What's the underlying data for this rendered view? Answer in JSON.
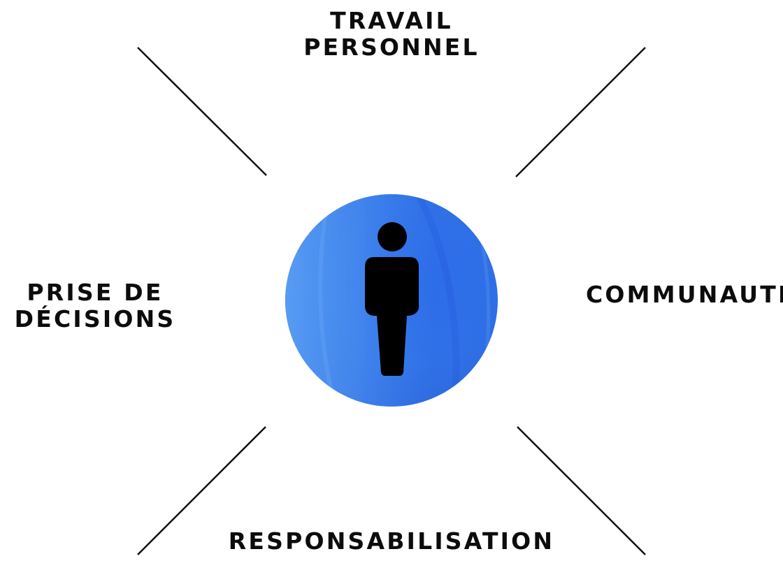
{
  "center": {
    "icon": "person-icon",
    "circle_color": "#2f6fe6",
    "circle_light_color": "#5aa0f5",
    "figure_color": "#000000"
  },
  "labels": {
    "top": {
      "line1": "TRAVAIL",
      "line2": "PERSONNEL"
    },
    "left": {
      "line1": "PRISE DE",
      "line2": "DÉCISIONS"
    },
    "right": {
      "line1": "COMMUNAUTÉ"
    },
    "bottom": {
      "line1": "RESPONSABILISATION"
    }
  },
  "colors": {
    "text": "#0c0c0c",
    "lines": "#111111",
    "background": "#ffffff"
  }
}
